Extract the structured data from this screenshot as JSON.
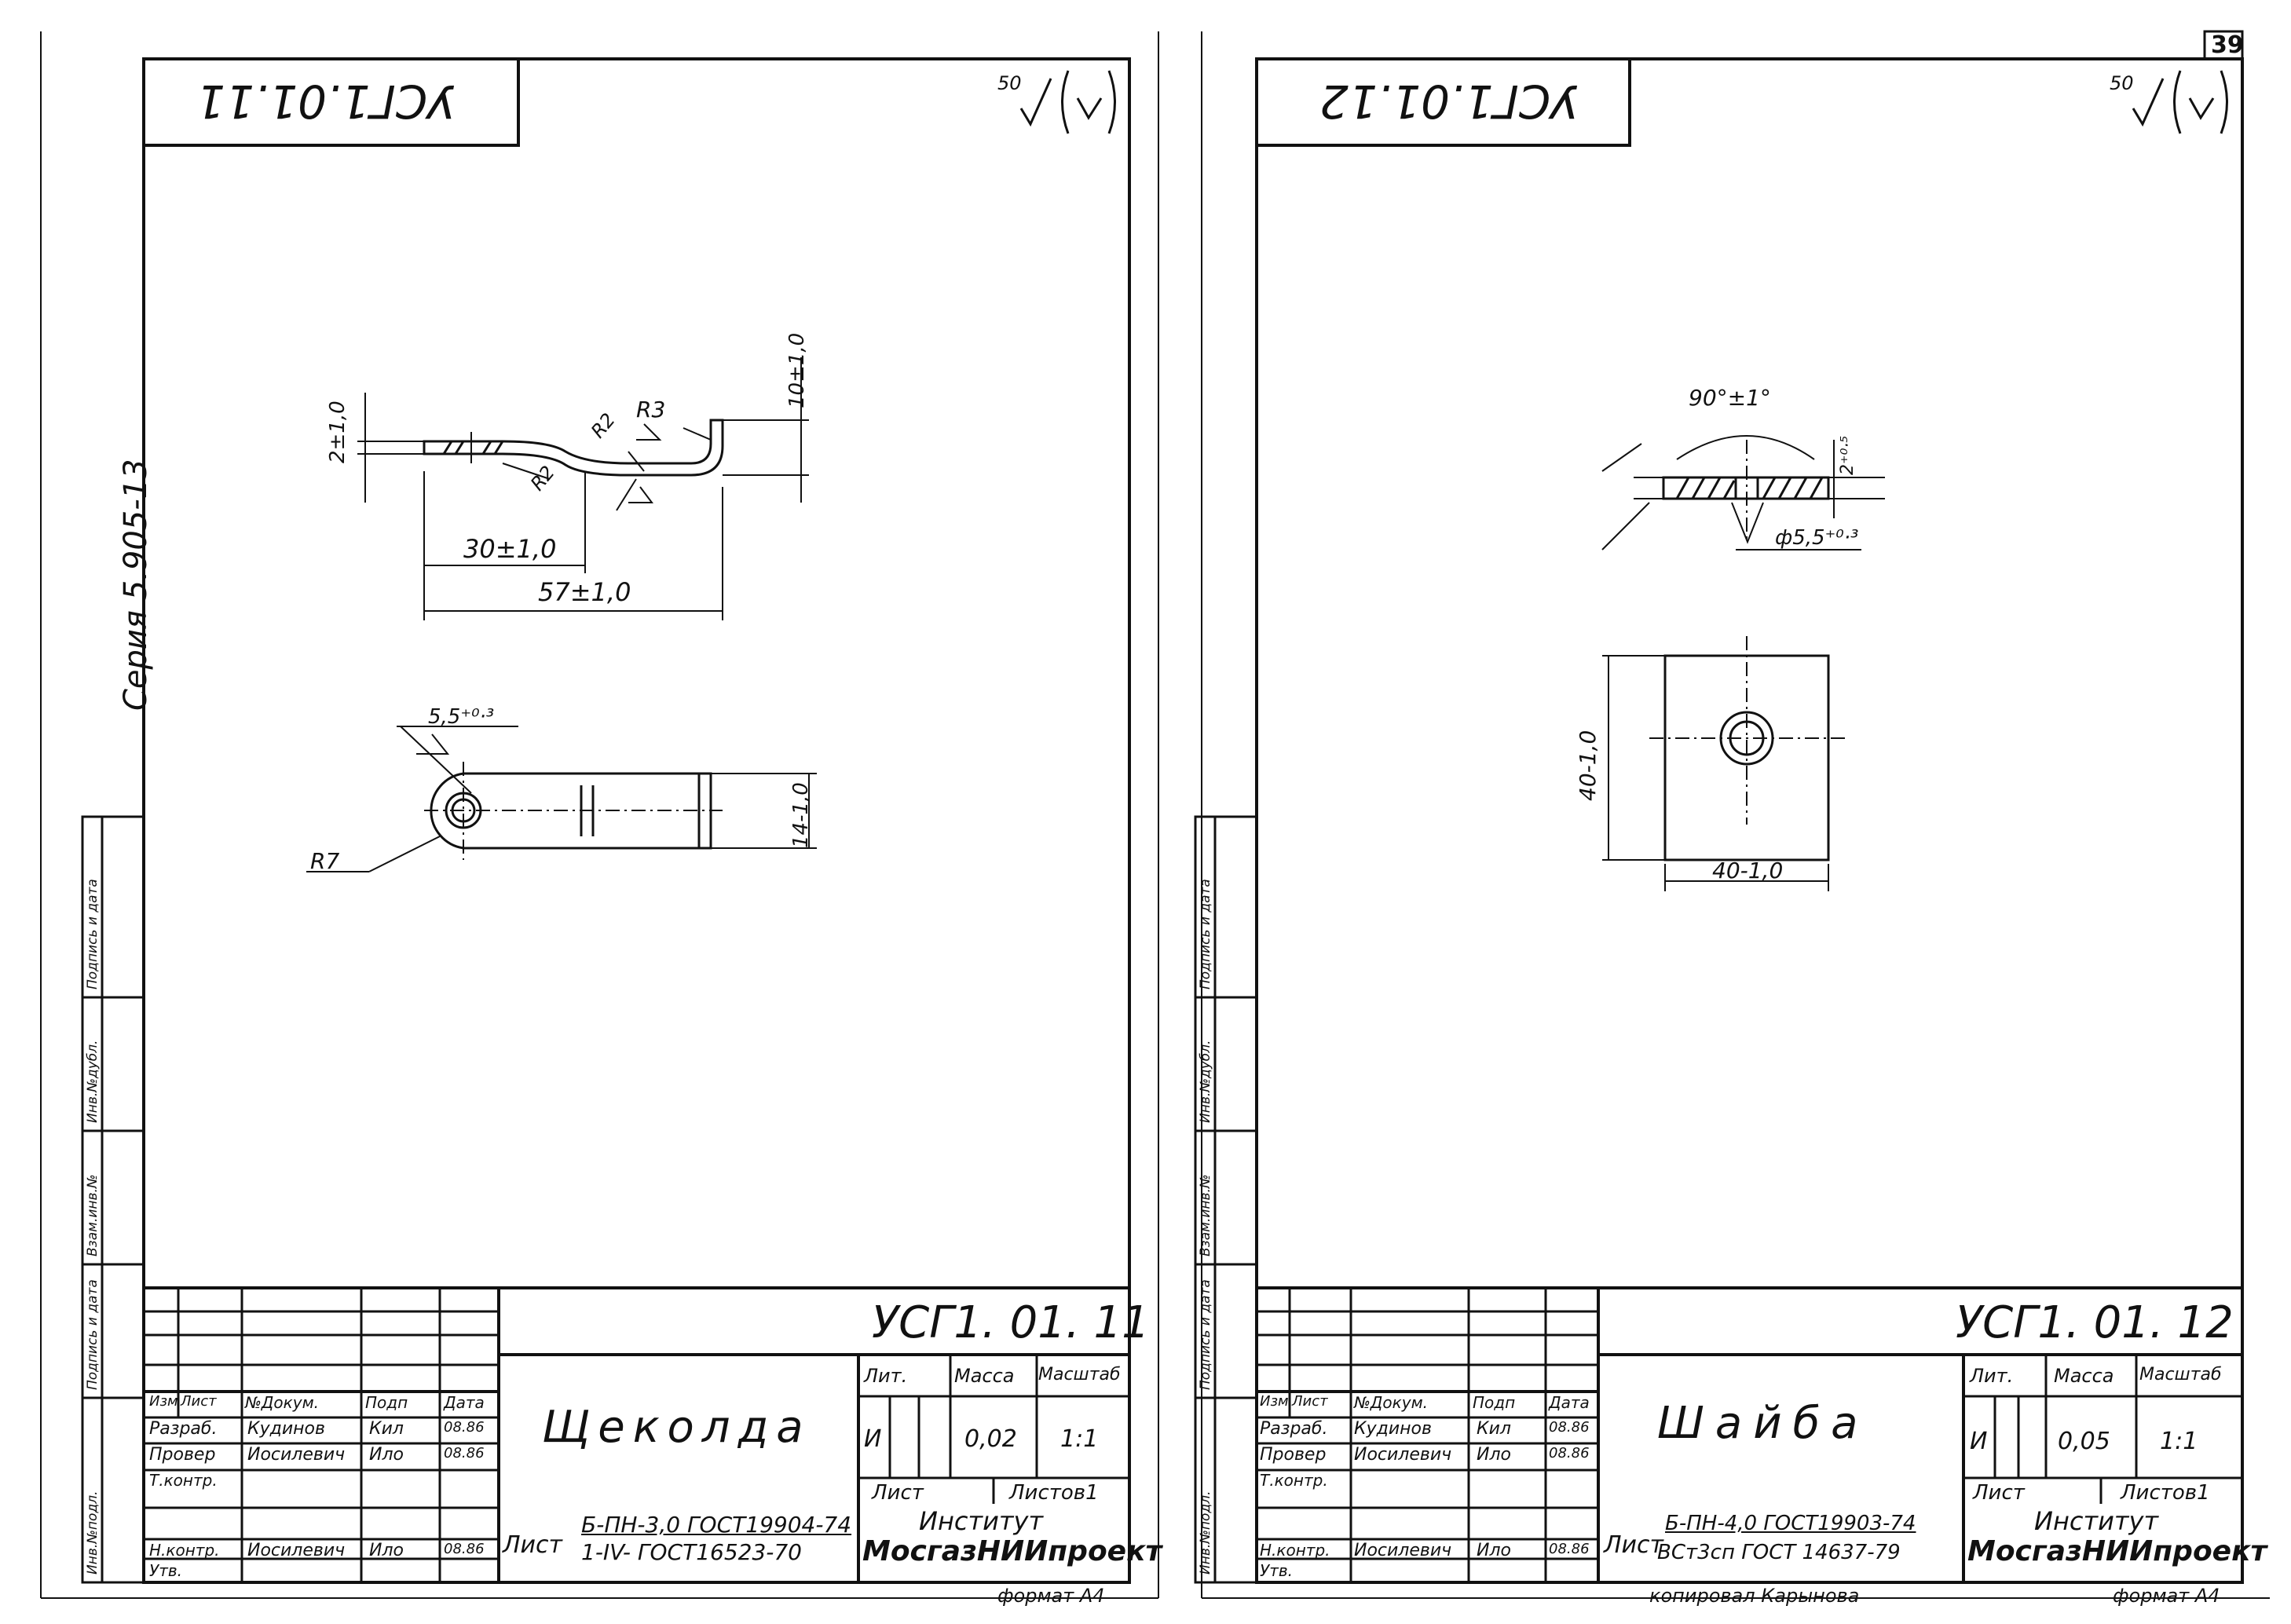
{
  "page_number": "39",
  "sheet_number": "39",
  "margin_note": "Серия 5.905-13",
  "corner_note": "копировал Карынова",
  "side_stamp": [
    "Инв.№подл.",
    "Подпись и дата",
    "Взам.инв.№",
    "Инв.№дубл.",
    "Подпись и дата"
  ],
  "sheets": [
    {
      "upside_code": "УСГ1.01.11",
      "roughness": "50",
      "designation": "УСГ1. 01. 11",
      "title": "Щеколда",
      "material_line1": "Б-ПН-3,0 ГОСТ19904-74",
      "material_line2": "1-IV- ГОСТ16523-70",
      "material_prefix": "Лист",
      "lit": "И",
      "mass": "0,02",
      "scale": "1:1",
      "sheet_label": "Лист",
      "sheets_label": "Листов1",
      "org_line1": "Институт",
      "org_line2": "МосгазНИИпроект",
      "format": "формат А4",
      "dims": {
        "d1": "2±1,0",
        "d2": "10±1,0",
        "d3": "30±1,0",
        "d4": "57±1,0",
        "d5": "R3",
        "d6": "R2",
        "d7": "R2",
        "d8": "5,5⁺⁰·³",
        "d9": "14-1,0",
        "d10": "R7"
      }
    },
    {
      "upside_code": "УСГ1.01.12",
      "roughness": "50",
      "designation": "УСГ1. 01. 12",
      "title": "Шайба",
      "material_line1": "Б-ПН-4,0 ГОСТ19903-74",
      "material_line2": "ВСт3сп ГОСТ 14637-79",
      "material_prefix": "Лист",
      "lit": "И",
      "mass": "0,05",
      "scale": "1:1",
      "sheet_label": "Лист",
      "sheets_label": "Листов1",
      "org_line1": "Институт",
      "org_line2": "МосгазНИИпроект",
      "format": "формат А4",
      "dims": {
        "d1": "90°±1°",
        "d2": "2⁺⁰·⁵",
        "d3": "ф5,5⁺⁰·³",
        "d4": "40-1,0",
        "d5": "40-1,0"
      }
    }
  ],
  "tb_headers": {
    "izm": "Изм",
    "list": "Лист",
    "ndoc": "№Докум.",
    "podp": "Подп",
    "data": "Дата",
    "lit": "Лит.",
    "mass": "Масса",
    "scale": "Масштаб"
  },
  "tb_rows": [
    {
      "role": "Разраб.",
      "name": "Кудинов",
      "sign": "Кил",
      "date": "08.86"
    },
    {
      "role": "Провер",
      "name": "Иосилевич",
      "sign": "Ило",
      "date": "08.86"
    },
    {
      "role": "Т.контр.",
      "name": "",
      "sign": "",
      "date": ""
    },
    {
      "role": "Н.контр.",
      "name": "Иосилевич",
      "sign": "Ило",
      "date": "08.86"
    },
    {
      "role": "Утв.",
      "name": "",
      "sign": "",
      "date": ""
    }
  ]
}
